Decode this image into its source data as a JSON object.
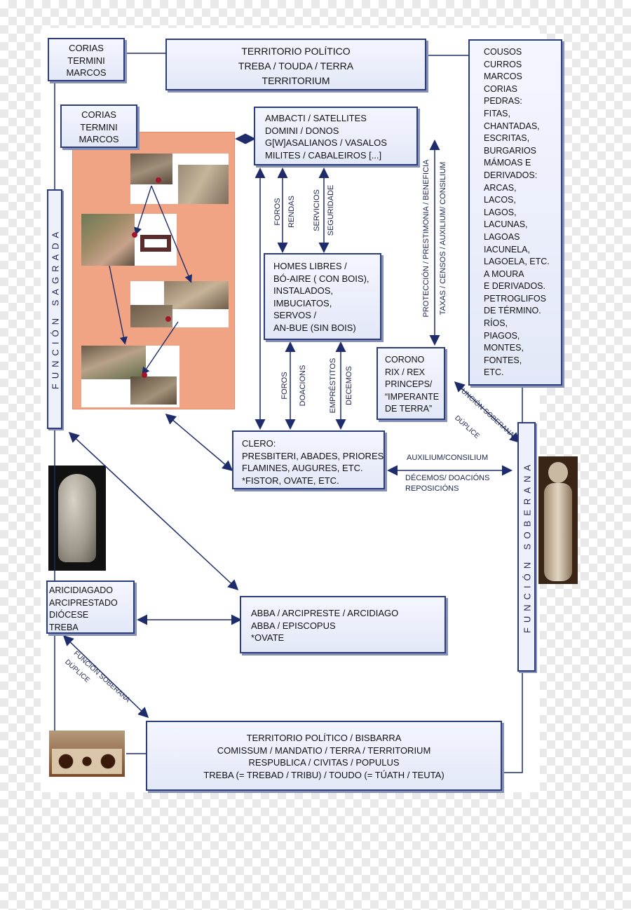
{
  "boxes": {
    "top_left": [
      "CORIAS",
      "TERMINI",
      "MARCOS"
    ],
    "territorio_top": [
      "TERRITORIO POLÍTICO",
      "TREBA / TOUDA / TERRA",
      "TERRITORIUM"
    ],
    "right_list": [
      "COUSOS",
      "CURROS",
      "MARCOS",
      "CORIAS",
      "PEDRAS:",
      "FITAS,",
      "CHANTADAS,",
      "ESCRITAS,",
      "BURGARIOS",
      "MÁMOAS E",
      "DERIVADOS:",
      "ARCAS,",
      "LACOS,",
      "LAGOS,",
      "LACUNAS,",
      "LAGOAS",
      "IACUNELA,",
      "LAGOELA, ETC.",
      "A MOURA",
      "E DERIVADOS.",
      "PETROGLIFOS",
      "DE TÉRMINO.",
      "RÍOS,",
      "PIAGOS,",
      "MONTES,",
      "FONTES,",
      "ETC."
    ],
    "second_left": [
      "CORIAS",
      "TERMINI",
      "MARCOS"
    ],
    "ambacti": [
      "AMBACTI / SATELLITES",
      "DOMINI / DONOS",
      "G[W]ASALIANOS / VASALOS",
      "MILITES / CABALEIROS [...]"
    ],
    "homes": [
      "HOMES LIBRES /",
      "BÓ-AIRE ( CON BOIS),",
      "INSTALADOS,",
      "IMBUCIATOS,",
      "SERVOS /",
      "AN-BUE (SIN BOIS)"
    ],
    "corono": [
      "CORONO",
      "RIX / REX",
      "PRINCEPS/",
      "“IMPERANTE",
      "DE TERRA”"
    ],
    "clero": [
      "CLERO:",
      "PRESBITERI, ABADES, PRIORES",
      "FLAMINES, AUGURES, ETC.",
      "*FISTOR, OVATE, ETC."
    ],
    "aricidiagado": [
      "ARICIDIAGADO",
      "ARCIPRESTADO",
      "DIÓCESE",
      "TREBA"
    ],
    "abba": [
      "ABBA / ARCIPRESTE / ARCIDIAGO",
      "ABBA / EPISCOPUS",
      "*OVATE"
    ],
    "bottom": [
      "TERRITORIO POLÍTICO / BISBARRA",
      "COMISSUM / MANDATIO / TERRA / TERRITORIUM",
      "RESPUBLICA / CIVITAS / POPULUS",
      "TREBA (= TREBAD / TRIBU) / TOUDO (= TÚATH / TEUTA)"
    ]
  },
  "side_labels": {
    "sagrada": "FUNCIÓN SAGRADA",
    "soberana": "FUNCIÓN SOBERANA"
  },
  "connector_labels": {
    "foros": "FOROS",
    "rendas": "RENDAS",
    "servicios": "SERVICIOS",
    "seguridade": "SEGURIDADE",
    "foros2": "FOROS",
    "doacions": "DOACIONS",
    "emprestitos": "EMPRÉSTITOS",
    "decemos": "DECEMOS",
    "proteccion": "PROTECCIÓN / PRESTIMONIA / BENEFICIA",
    "taxas": "TAXAS / CENSOS / AUXILIUM/ CONSILIUM",
    "auxilium": "AUXILIUM/CONSILIUM",
    "decemos_doacions": "DÉCEMOS/ DOACIÓNS",
    "reposicions": "REPOSICIÓNS",
    "funcion_duplice_1a": "FUNCIÓN SOBERANA",
    "funcion_duplice_1b": "DÚPLICE",
    "funcion_duplice_2a": "FUNCIÓN SOBERANA",
    "funcion_duplice_2b": "DÚPLICE"
  },
  "colors": {
    "box_border": "#2b3d7d",
    "box_fill": "#e8ecfa",
    "line": "#1f2c6b",
    "salmon_panel": "#f0a484",
    "background": "#ffffff"
  }
}
